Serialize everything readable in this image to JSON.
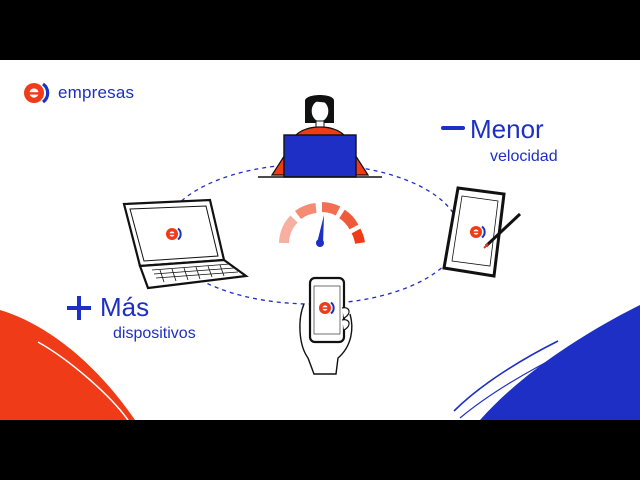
{
  "brand": {
    "name": "empresas",
    "accent_blue": "#1d2fc4",
    "accent_red": "#ef3b17"
  },
  "captions": {
    "less_word": "Menor",
    "less_sub": "velocidad",
    "more_word": "Más",
    "more_sub": "dispositivos"
  },
  "icons": {
    "minus": "minus-icon",
    "plus": "plus-icon",
    "speedometer": "speedometer-icon",
    "logo": "enel-e-logo-icon"
  }
}
